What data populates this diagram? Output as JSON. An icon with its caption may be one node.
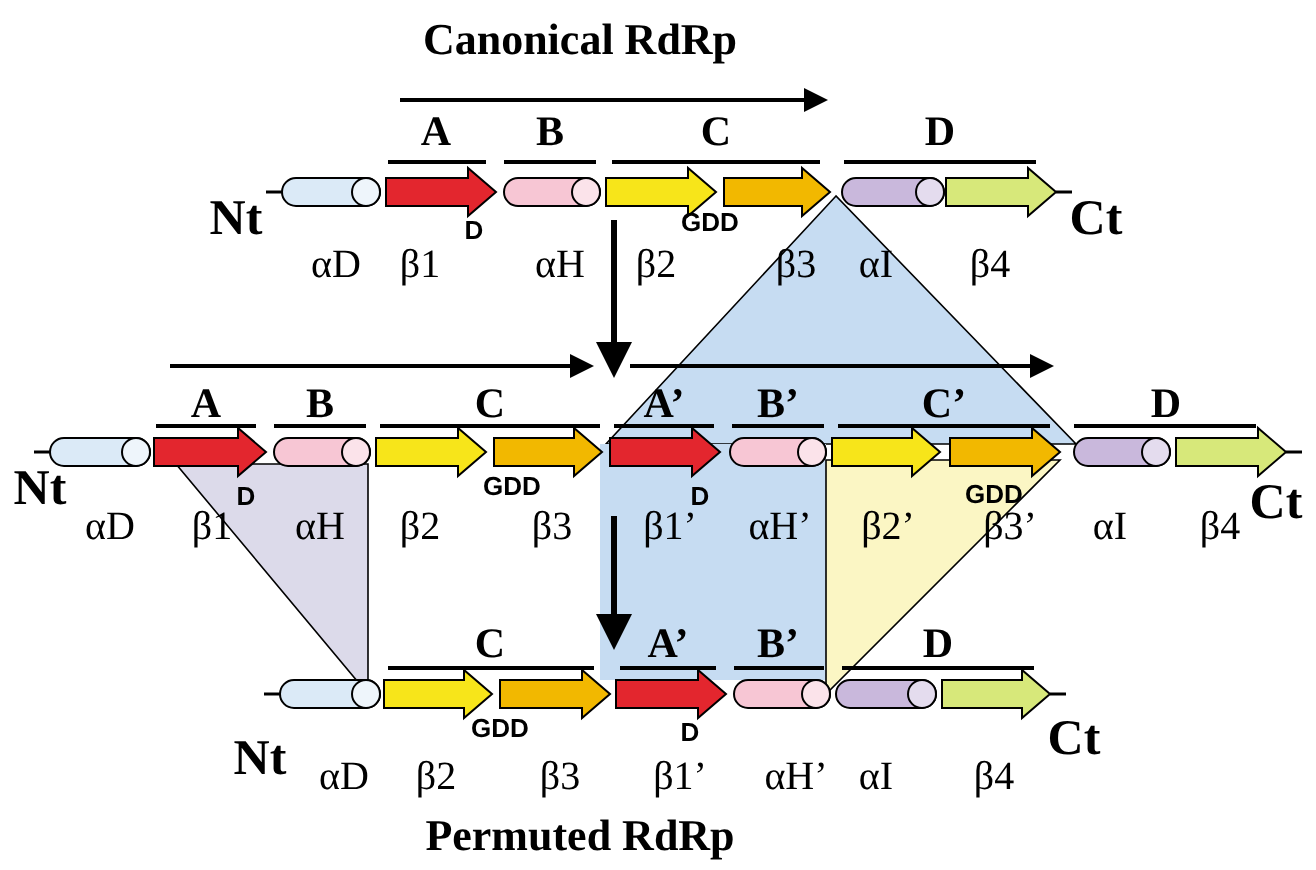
{
  "diagram": {
    "title": "Canonical RdRp",
    "caption": "Permuted RdRp",
    "labels": [
      "A",
      "B",
      "C",
      "D",
      "Nt",
      "D",
      "GDD",
      "Ct",
      "αD",
      "β1",
      "αH",
      "β2",
      "β3",
      "αI",
      "β4",
      "A",
      "B",
      "C",
      "A’",
      "B’",
      "C’",
      "D",
      "Nt",
      "D",
      "GDD",
      "D",
      "GDD",
      "Ct",
      "αD",
      "β1",
      "αH",
      "β2",
      "β3",
      "β1’",
      "αH’",
      "β2’",
      "β3’",
      "αI",
      "β4",
      "C",
      "A’",
      "B’",
      "D",
      "Nt",
      "GDD",
      "D",
      "Ct",
      "αD",
      "β2",
      "β3",
      "β1’",
      "αH’",
      "αI",
      "β4"
    ]
  }
}
